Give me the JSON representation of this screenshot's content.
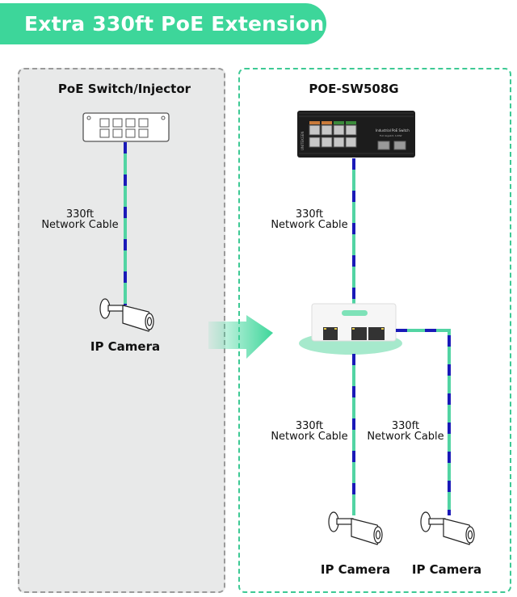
{
  "banner": {
    "title": "Extra 330ft PoE Extension"
  },
  "colors": {
    "accent": "#3dd69a",
    "cable_green": "#52d4a3",
    "cable_blue": "#1a1ab8",
    "left_border": "#9a9a9a",
    "right_border": "#3dc994"
  },
  "left_panel": {
    "title": "PoE Switch/Injector",
    "cable": {
      "length": "330ft",
      "label": "Network Cable"
    },
    "camera_label": "IP Camera"
  },
  "right_panel": {
    "title": "POE-SW508G",
    "switch": {
      "brand": "UNITEKGEN",
      "panel_text": "Industrial PoE Switch",
      "sub_text": "Full Gigabit, 120W"
    },
    "cable_top": {
      "length": "330ft",
      "label": "Network Cable"
    },
    "cable_left": {
      "length": "330ft",
      "label": "Network Cable"
    },
    "cable_right": {
      "length": "330ft",
      "label": "Network Cable"
    },
    "cameras": [
      {
        "label": "IP Camera"
      },
      {
        "label": "IP Camera"
      }
    ]
  },
  "icons": {
    "arrow": "arrow-right-icon",
    "camera": "camera-icon",
    "switch": "switch-icon",
    "extender": "poe-extender-icon"
  }
}
